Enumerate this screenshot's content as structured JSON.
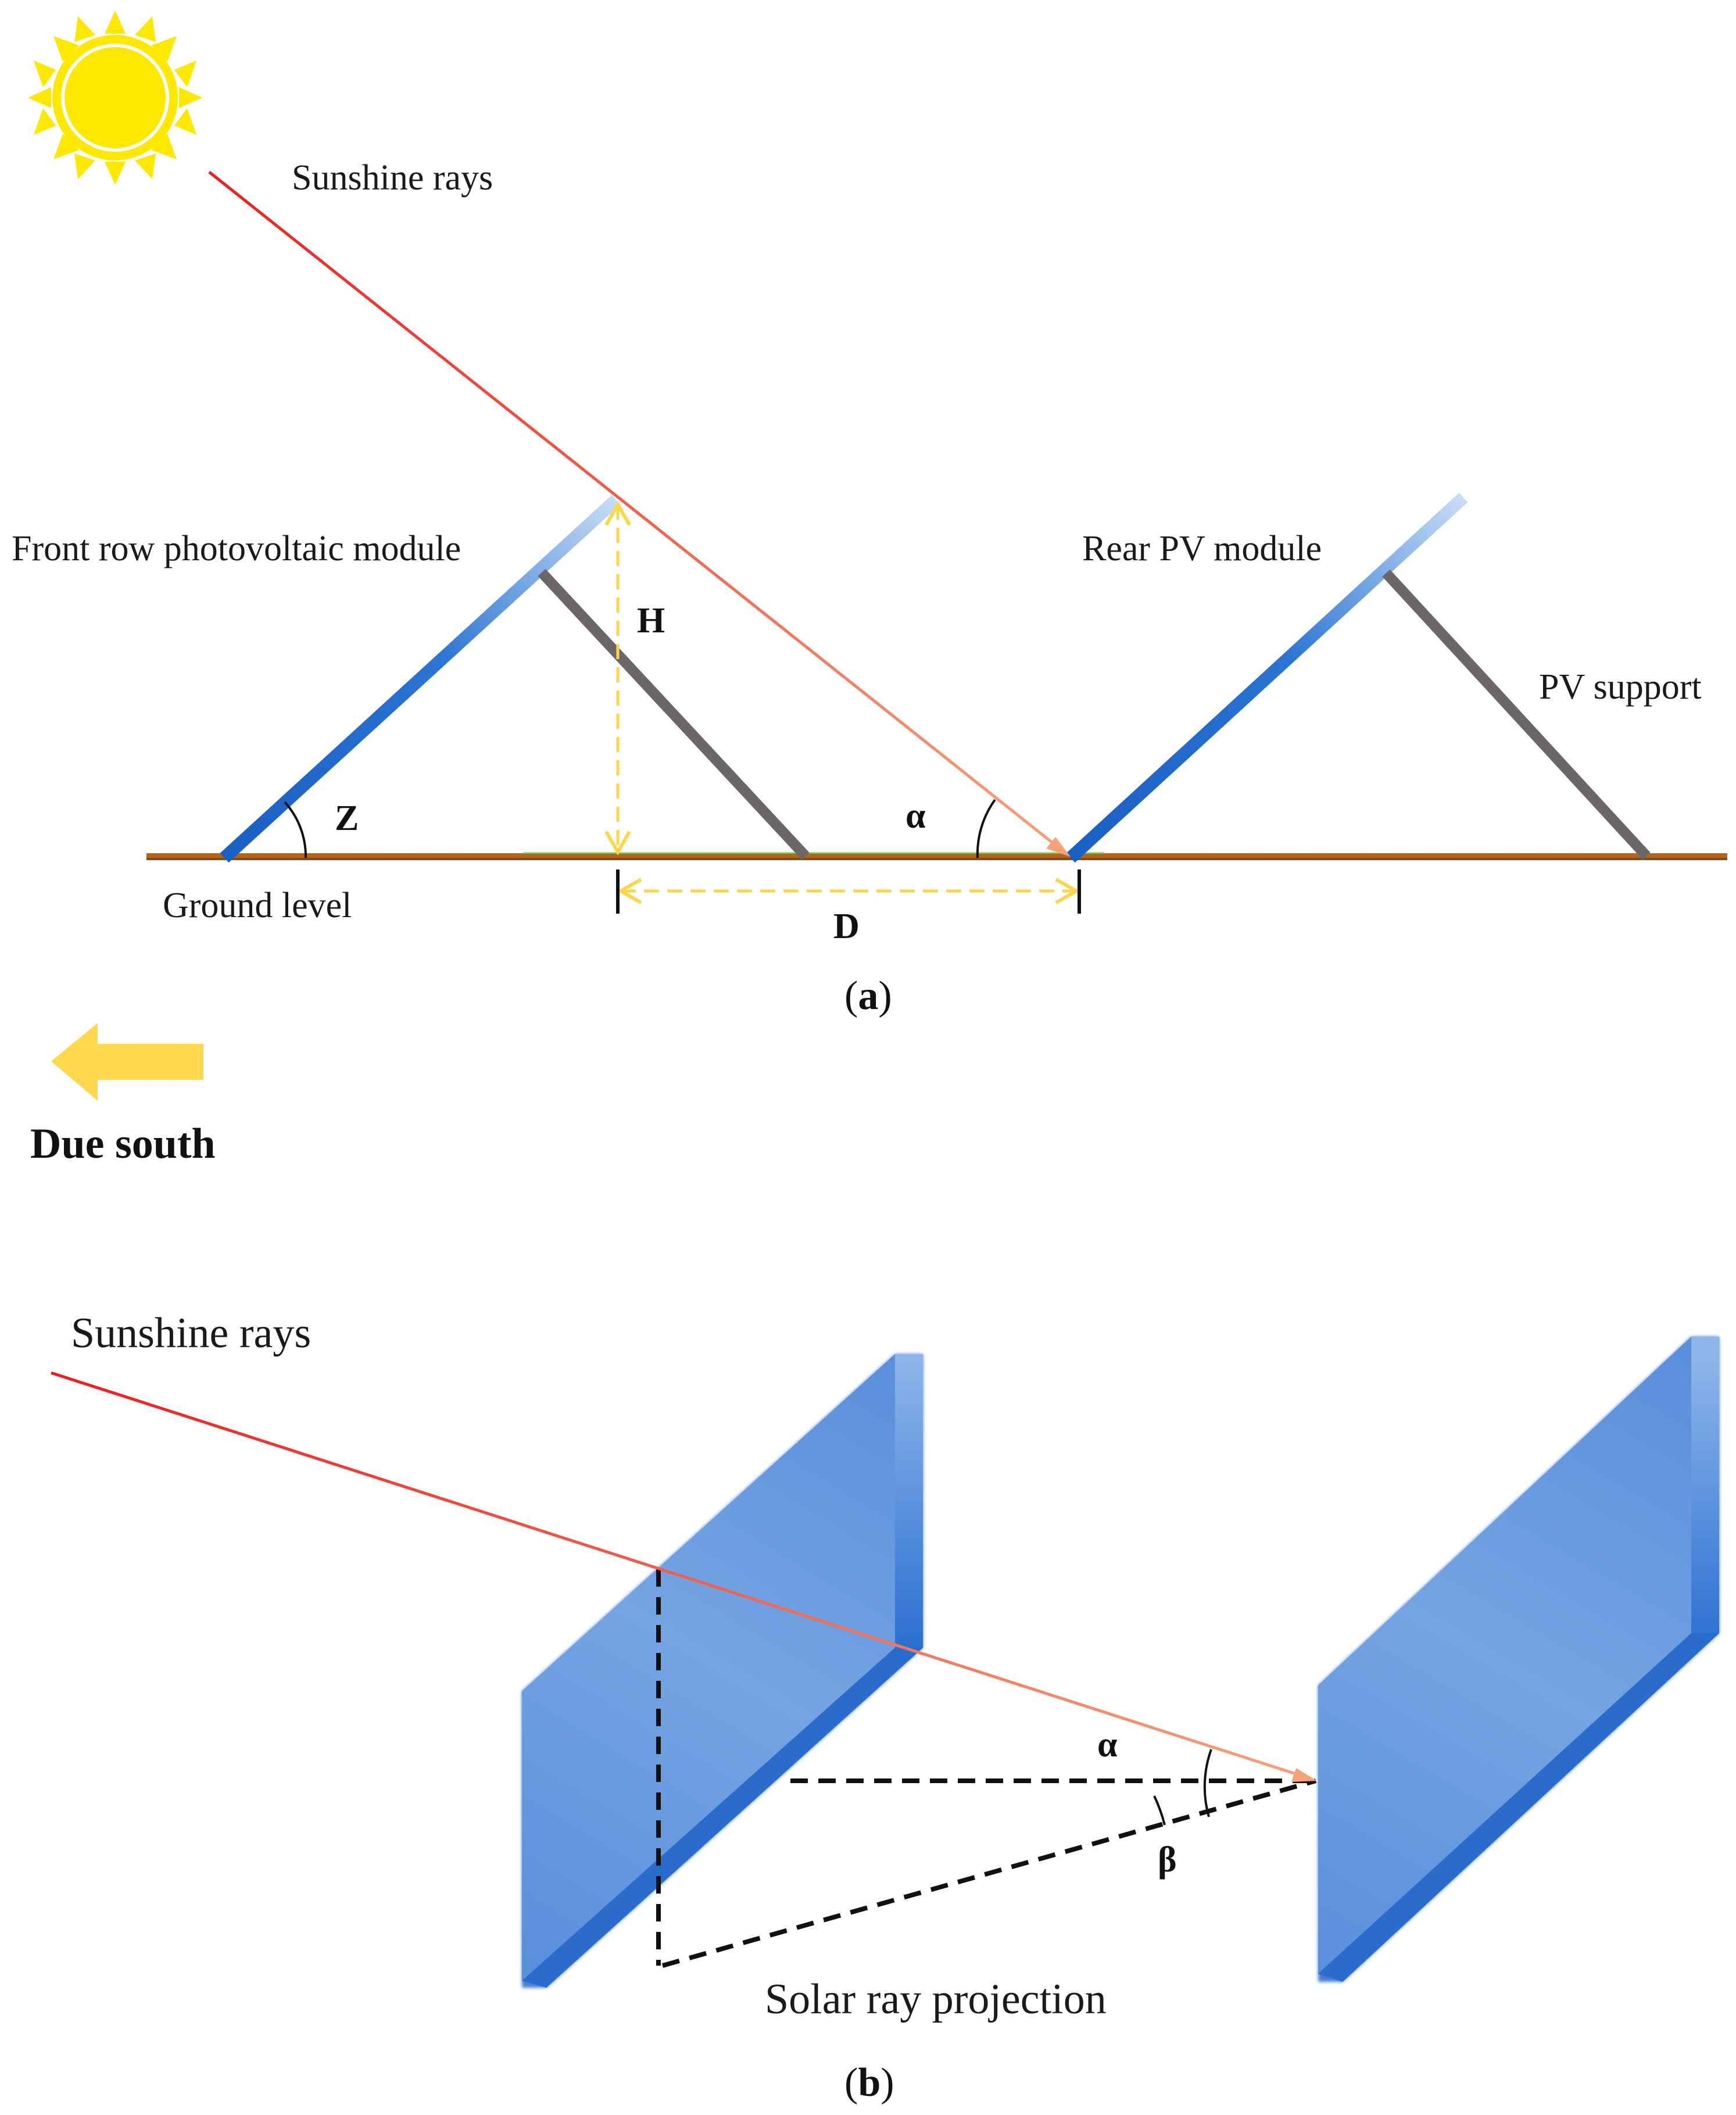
{
  "panel_a": {
    "sunshine_label": "Sunshine rays",
    "front_module_label": "Front row photovoltaic module",
    "rear_module_label": "Rear PV module",
    "support_label": "PV support",
    "ground_label": "Ground level",
    "symbol_h": "H",
    "symbol_z": "Z",
    "symbol_alpha": "α",
    "symbol_d": "D",
    "caption_open": "(",
    "caption_letter": "a",
    "caption_close": ")"
  },
  "direction": {
    "label": "Due south"
  },
  "panel_b": {
    "sunshine_label": "Sunshine rays",
    "symbol_alpha": "α",
    "symbol_beta": "β",
    "projection_label": "Solar ray projection",
    "caption_open": "(",
    "caption_letter": "b",
    "caption_close": ")"
  },
  "colors": {
    "ray_start": "#ee1c1c",
    "ray_end": "#f8a27a",
    "module_blue": "#1e6ad0",
    "module_light": "#bcd6f4",
    "support_gray": "#6b6767",
    "ground_brown": "#b0661c",
    "dim_yellow": "#fbd54a",
    "sun_yellow": "#ffeb00",
    "panel_blue": "#5d93dc"
  }
}
